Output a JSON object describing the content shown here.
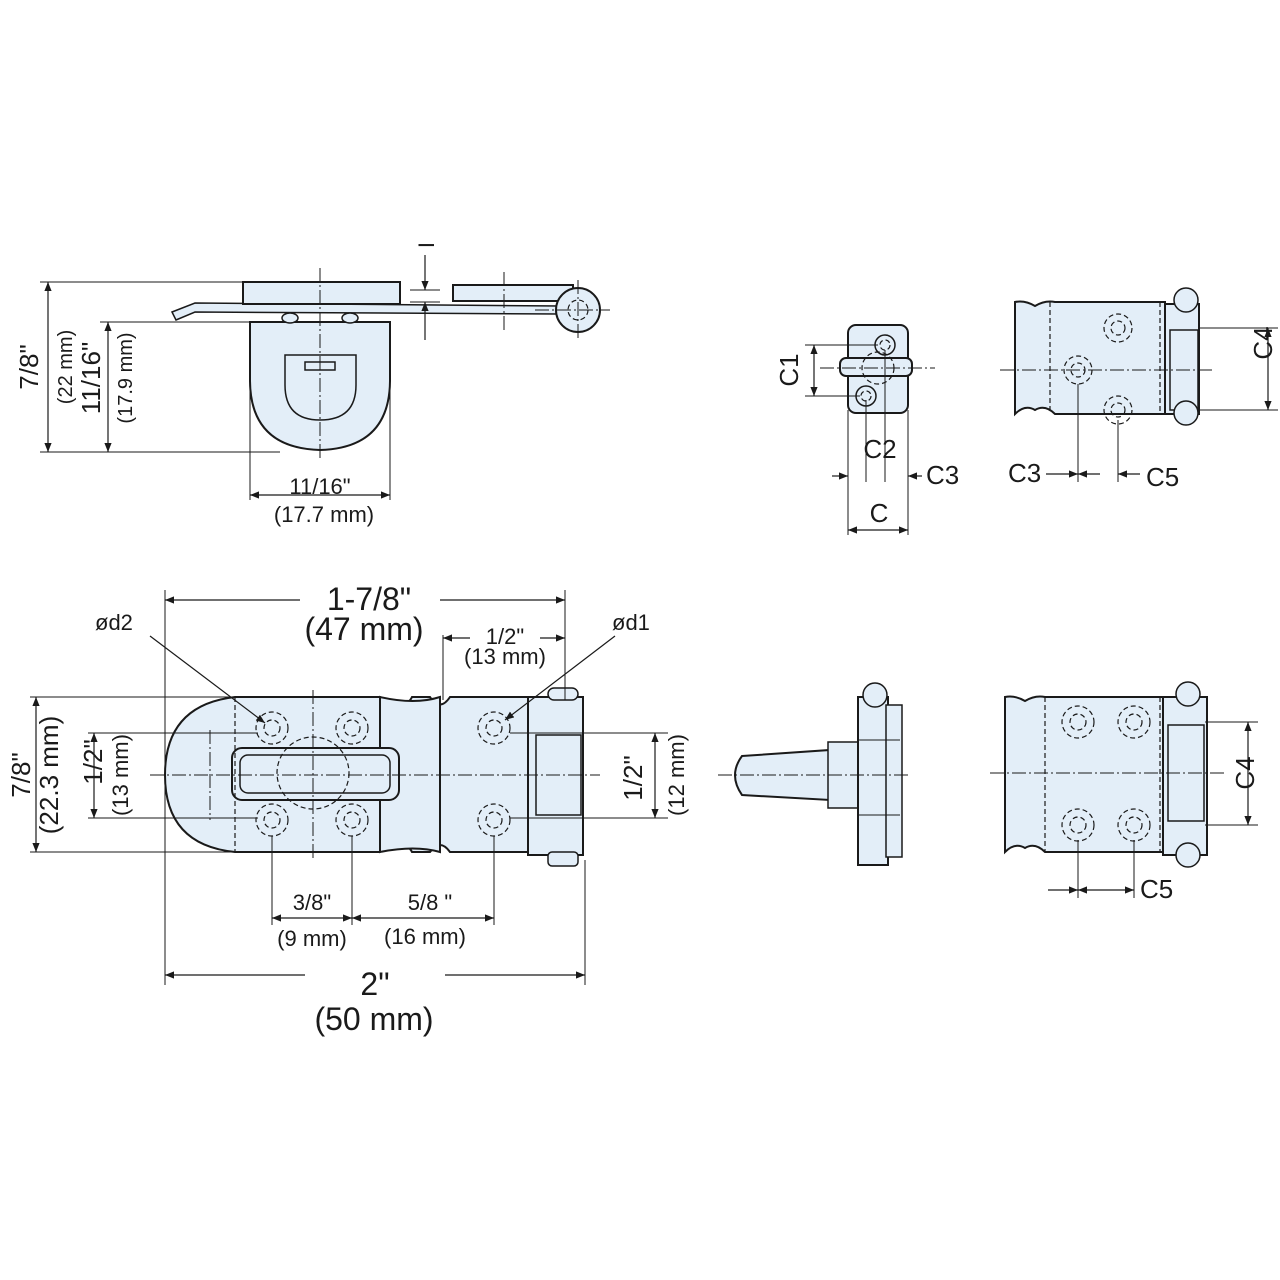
{
  "colors": {
    "part_fill": "#e3eef8",
    "line": "#1a1a1a"
  },
  "side_view": {
    "height_in": "7/8\"",
    "height_mm": "(22 mm)",
    "loop_height_in": "11/16\"",
    "loop_height_mm": "(17.9 mm)",
    "loop_width_in": "11/16\"",
    "loop_width_mm": "(17.7 mm)",
    "thickness_label": "I"
  },
  "plan_view": {
    "overall_in": "1-7/8\"",
    "overall_mm": "(47 mm)",
    "hasp_width_in": "2\"",
    "hasp_width_mm": "(50 mm)",
    "hole_pitch_a_in": "1/2\"",
    "hole_pitch_a_mm": "(13 mm)",
    "hole_dia_left": "ød2",
    "hole_dia_right": "ød1",
    "height_in": "7/8\"",
    "height_mm": "(22.3 mm)",
    "left_hole_spacing_in": "1/2\"",
    "left_hole_spacing_mm": "(13 mm)",
    "right_hole_spacing_in": "1/2\"",
    "right_hole_spacing_mm": "(12 mm)",
    "pitch_b_in": "3/8\"",
    "pitch_b_mm": "(9 mm)",
    "pitch_c_in": "5/8 \"",
    "pitch_c_mm": "(16 mm)"
  },
  "detail_views": {
    "c1": "C1",
    "c2": "C2",
    "c3": "C3",
    "c": "C",
    "c4": "C4",
    "c5": "C5"
  }
}
